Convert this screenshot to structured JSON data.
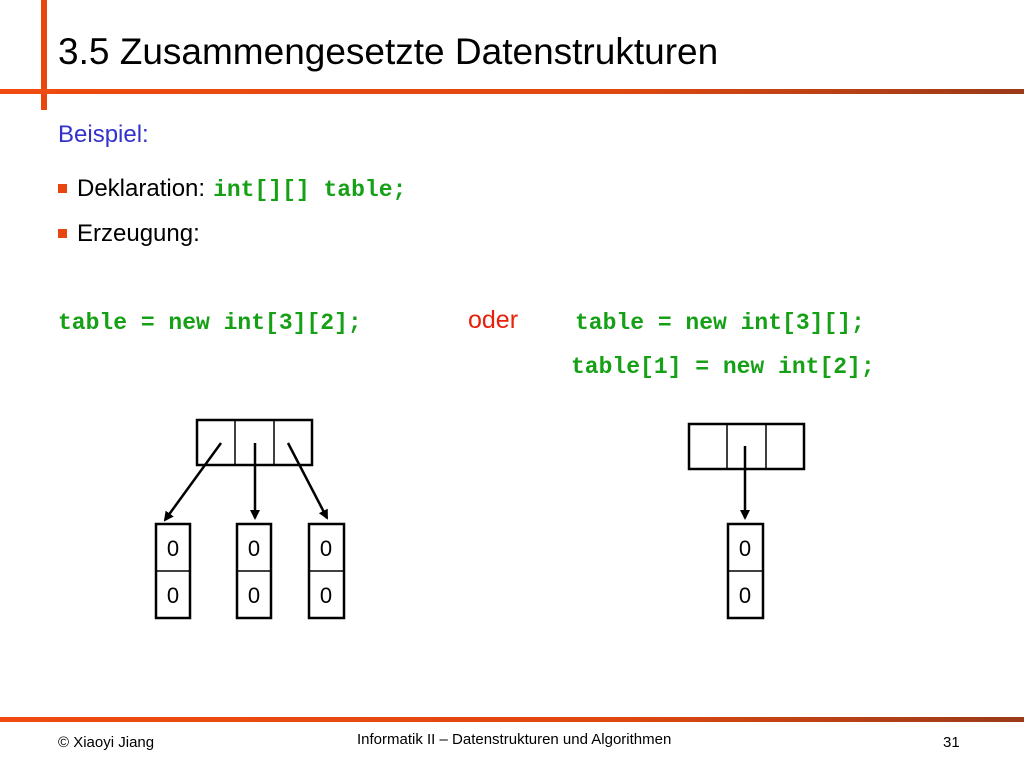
{
  "slide": {
    "title": "3.5 Zusammengesetzte Datenstrukturen",
    "example_label": "Beispiel:",
    "bullets": [
      {
        "label": "Deklaration:",
        "code": "int[][] table;"
      },
      {
        "label": "Erzeugung:"
      }
    ],
    "code_left": "table = new int[3][2];",
    "connector": "oder",
    "code_right": [
      "table = new int[3][];",
      "table[1] = new int[2];"
    ]
  },
  "diagram": {
    "left": {
      "sub_arrays": [
        {
          "values": [
            "0",
            "0"
          ]
        },
        {
          "values": [
            "0",
            "0"
          ]
        },
        {
          "values": [
            "0",
            "0"
          ]
        }
      ]
    },
    "right": {
      "sub_arrays": [
        {
          "values": [
            "0",
            "0"
          ]
        }
      ]
    }
  },
  "footer": {
    "copyright": "© Xiaoyi Jiang",
    "course": "Informatik II – Datenstrukturen und Algorithmen",
    "page_number": "31"
  },
  "colors": {
    "accent": "#e8450f",
    "heading_blue": "#3333cc",
    "code_green": "#16a016",
    "oder_red": "#e8200a"
  }
}
